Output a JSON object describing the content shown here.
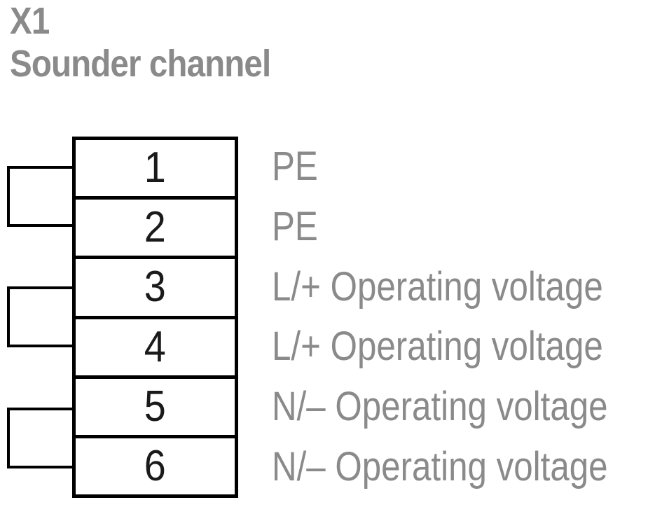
{
  "header": {
    "connector_id": "X1",
    "channel_name": "Sounder channel"
  },
  "terminal_block": {
    "terminals": [
      {
        "number": "1",
        "label": "PE"
      },
      {
        "number": "2",
        "label": "PE"
      },
      {
        "number": "3",
        "label": "L/+ Operating voltage"
      },
      {
        "number": "4",
        "label": "L/+ Operating voltage"
      },
      {
        "number": "5",
        "label": "N/– Operating voltage"
      },
      {
        "number": "6",
        "label": "N/– Operating voltage"
      }
    ],
    "bridges": [
      {
        "connects": "terminals 1-2"
      },
      {
        "connects": "terminals 3-4"
      },
      {
        "connects": "terminals 5-6"
      }
    ]
  },
  "colors": {
    "background": "#ffffff",
    "line": "#000000",
    "number_text": "#1a1a1a",
    "heading_text": "#8a8a8a",
    "label_text": "#8a8a8a"
  }
}
